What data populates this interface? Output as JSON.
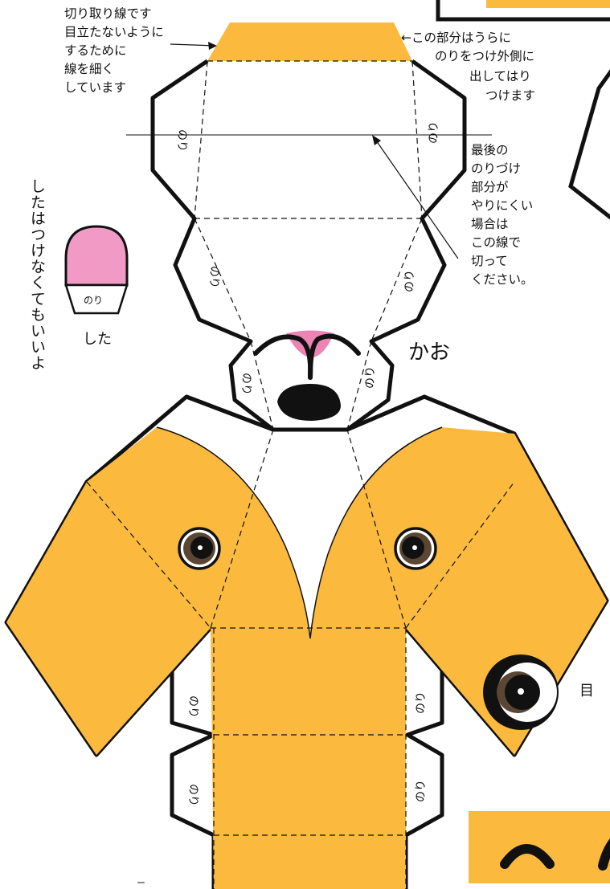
{
  "colors": {
    "orange": "#FBBA3D",
    "pink": "#F29AC6",
    "pink_nose": "#EC84B3",
    "outline": "#111111",
    "eye_brown": "#5A4632"
  },
  "annotations": {
    "cut_line": [
      "切り取り線です",
      "目立たないように",
      "するために",
      "線を細く",
      "しています"
    ],
    "glue_outside": [
      "←この部分はうらに",
      "のりをつけ外側に",
      "出してはり",
      "つけます"
    ],
    "last_glue": [
      "最後の",
      "のりづけ",
      "部分が",
      "やりにくい",
      "場合は",
      "この線で",
      "切って",
      "ください。"
    ],
    "vertical_note": "したはつけなくてもいいよ"
  },
  "labels": {
    "glue": "のり",
    "face": "かお",
    "tongue": "した",
    "eye": "目",
    "bottom_fragment": "ー"
  }
}
